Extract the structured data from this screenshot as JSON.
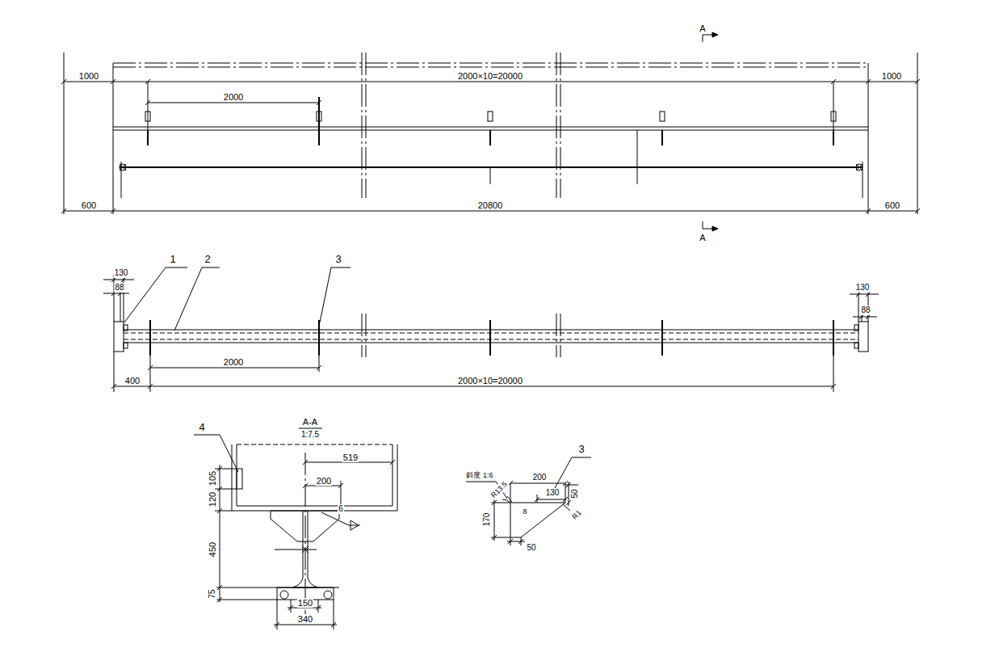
{
  "diagram": {
    "labels": [
      "A",
      "1000",
      "2000×10=20000",
      "1000",
      "2000",
      "600",
      "20800",
      "600",
      "A",
      "1",
      "2",
      "3",
      "130",
      "88",
      "130",
      "88",
      "400",
      "2000",
      "2000×10=20000",
      "4",
      "A-A",
      "1:7.5",
      "519",
      "200",
      "120",
      "105",
      "450",
      "75",
      "150",
      "340",
      "6",
      "3",
      "斜度 1:6",
      "200",
      "130",
      "50",
      "R13.5",
      "R1",
      "8",
      "170",
      "50"
    ]
  }
}
